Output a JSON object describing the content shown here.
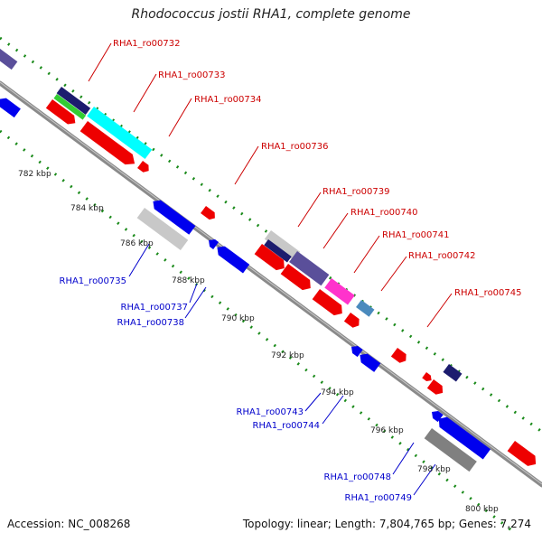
{
  "title": "Rhodococcus jostii RHA1, complete genome",
  "footer": {
    "accession": "Accession: NC_008268",
    "summary": "Topology: linear; Length: 7,804,765 bp; Genes: 7,274"
  },
  "colors": {
    "forward_label": "#cc0000",
    "reverse_label": "#0000cc",
    "backbone": "#888888",
    "ticks": "#1a8a1a"
  },
  "ticks": [
    "782 kbp",
    "784 kbp",
    "786 kbp",
    "788 kbp",
    "790 kbp",
    "792 kbp",
    "794 kbp",
    "796 kbp",
    "798 kbp",
    "800 kbp"
  ],
  "forward_labels": [
    "RHA1_ro00732",
    "RHA1_ro00733",
    "RHA1_ro00734",
    "RHA1_ro00736",
    "RHA1_ro00739",
    "RHA1_ro00740",
    "RHA1_ro00741",
    "RHA1_ro00742",
    "RHA1_ro00745"
  ],
  "reverse_labels": [
    "RHA1_ro00735",
    "RHA1_ro00737",
    "RHA1_ro00738",
    "RHA1_ro00743",
    "RHA1_ro00744",
    "RHA1_ro00748",
    "RHA1_ro00749"
  ]
}
